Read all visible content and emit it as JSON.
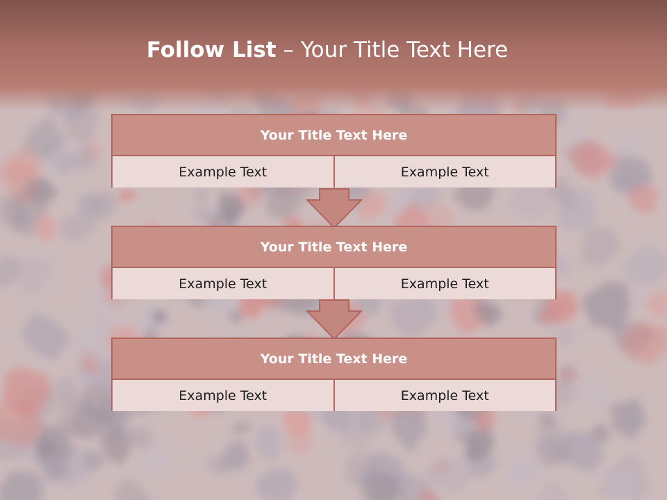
{
  "title": {
    "bold": "Follow List",
    "rest": " – Your Title Text Here"
  },
  "steps": [
    {
      "heading": "Your Title Text Here",
      "left": "Example Text",
      "right": "Example Text"
    },
    {
      "heading": "Your Title Text Here",
      "left": "Example Text",
      "right": "Example Text"
    },
    {
      "heading": "Your Title Text Here",
      "left": "Example Text",
      "right": "Example Text"
    }
  ],
  "colors": {
    "header": "#a86f66",
    "box_border": "#b0665d",
    "box_heading": "#c99088",
    "box_cell": "#ecdad8",
    "arrow_fill": "#c4877f"
  }
}
